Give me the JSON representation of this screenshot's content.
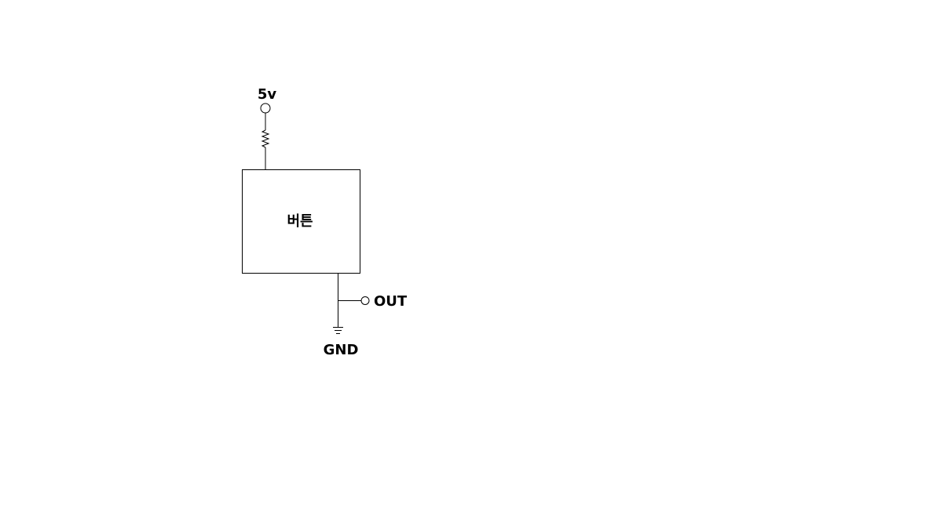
{
  "diagram": {
    "supply_label": "5v",
    "component_label": "버튼",
    "output_label": "OUT",
    "ground_label": "GND"
  }
}
